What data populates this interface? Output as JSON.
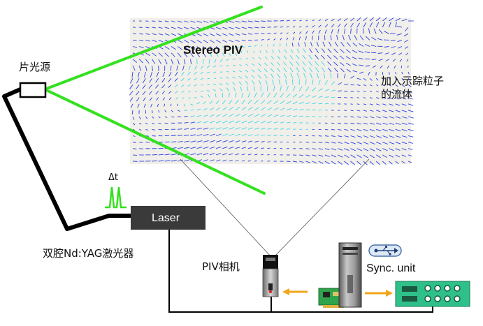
{
  "labels": {
    "light_sheet_source": "片光源",
    "stereo_piv": "Stereo PIV",
    "tracer_fluid_line1": "加入示踪粒子",
    "tracer_fluid_line2": "的流体",
    "delta_t": "Δt",
    "laser": "Laser",
    "laser_type": "双腔Nd:YAG激光器",
    "piv_camera": "PIV相机",
    "sync_unit": "Sync. unit"
  },
  "colors": {
    "laser_beam": "#33e11f",
    "vectors": "#2b3fe6",
    "vectors_light": "#3fd4e8",
    "cable": "#000000",
    "arrow": "#f2a51a",
    "sync_box": "#2fc08a",
    "laser_box": "#3a3a3a"
  },
  "icons": [
    "usb-icon",
    "pc-tower-icon",
    "pcie-card-icon",
    "camera-icon",
    "sync-unit-box-icon"
  ]
}
